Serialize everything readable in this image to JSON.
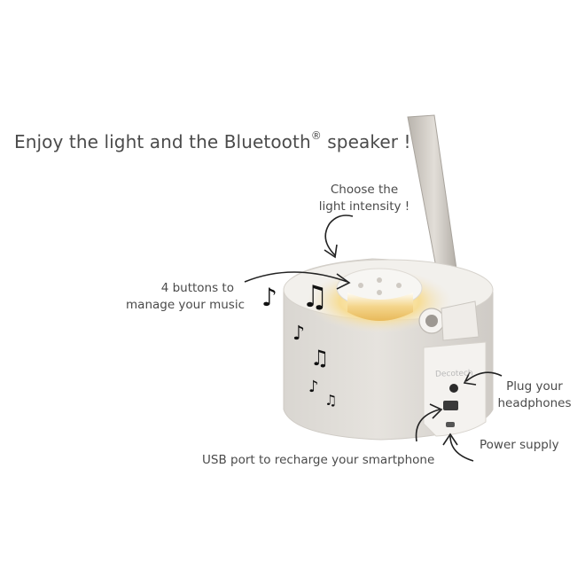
{
  "headline": {
    "text_before": "Enjoy the light and the Bluetooth",
    "registered_mark": "®",
    "text_after": " speaker !"
  },
  "callouts": {
    "light_intensity": [
      "Choose the",
      "light intensity !"
    ],
    "music_buttons": [
      "4 buttons to",
      "manage your music"
    ],
    "headphones": [
      "Plug your",
      "headphones"
    ],
    "power": "Power supply",
    "usb": "USB port to recharge your smartphone"
  },
  "product": {
    "brand": "Decotech"
  },
  "icons": [
    "music-note-icon",
    "arrow-icon",
    "speaker-lamp-illustration"
  ],
  "colors": {
    "background": "#ffffff",
    "text": "#4a4a4a",
    "lamp_glow": "#f6d98a",
    "speaker_body": "#e9e6e1",
    "lamp_arm": "#c9c5bf"
  }
}
